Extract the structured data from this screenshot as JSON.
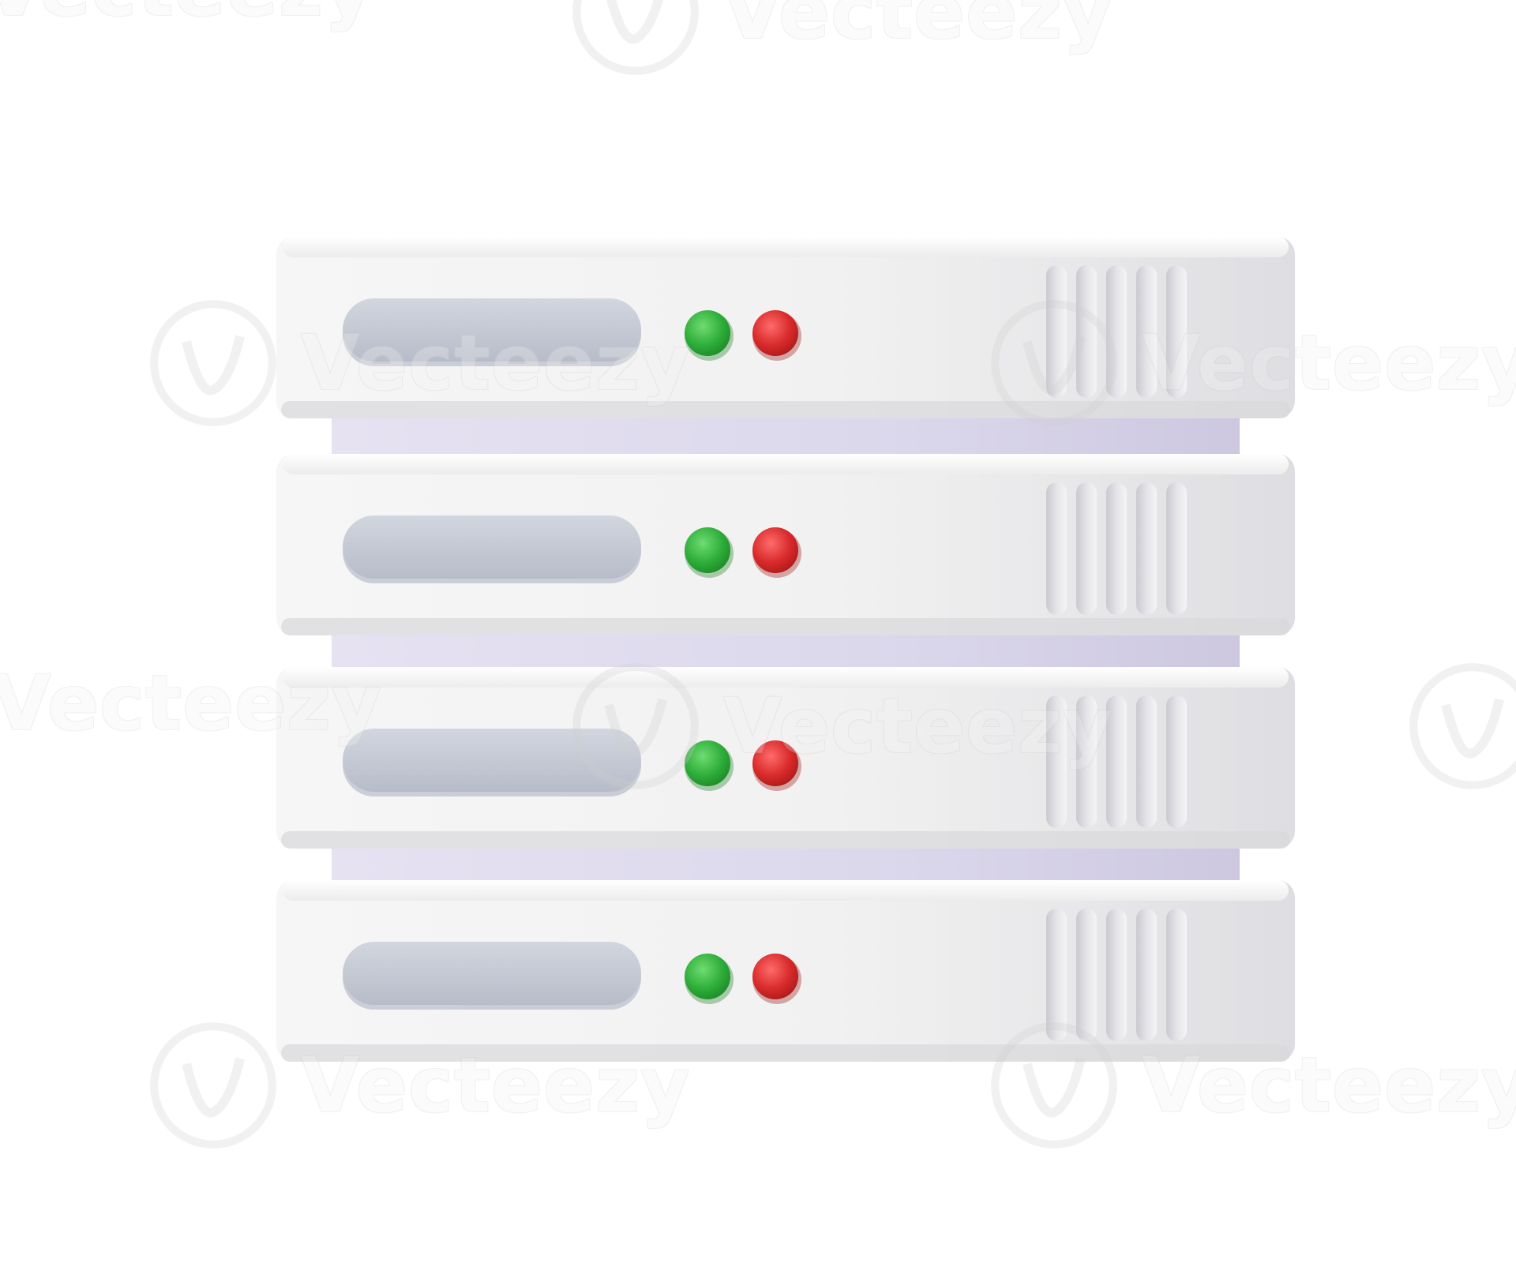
{
  "image": {
    "subject": "server-rack-icon",
    "background_color": "#ffffff",
    "unit_count": 4,
    "unit_color": "#eeeeee",
    "spacer_color": "#dcd8ea",
    "slot_color": "#c3c8d4",
    "status_lights": [
      {
        "name": "green-status-light",
        "color": "#2fae3a"
      },
      {
        "name": "red-status-light",
        "color": "#d92b2b"
      }
    ],
    "vent_count_per_unit": 5
  },
  "watermark": {
    "text": "Vecteezy",
    "fragment_left": "Vecteezy",
    "fragment_right": "Vecteezy"
  }
}
